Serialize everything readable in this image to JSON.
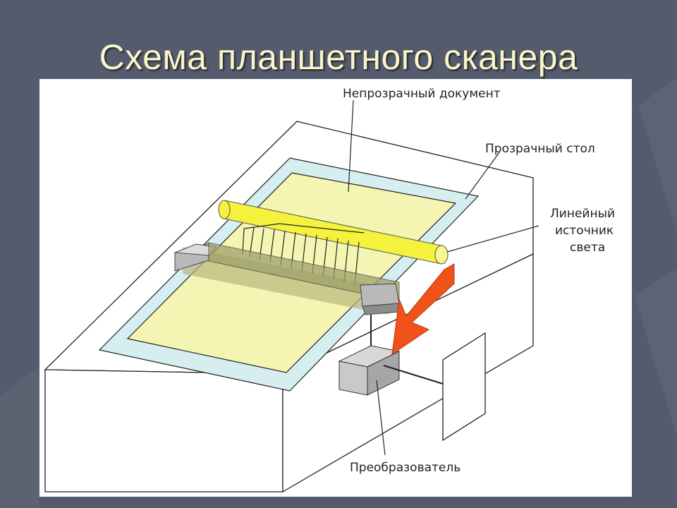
{
  "slide": {
    "title": "Схема планшетного сканера"
  },
  "diagram": {
    "labels": {
      "opaque_document": "Непрозрачный документ",
      "transparent_table": "Прозрачный стол",
      "light_source_line1": "Линейный",
      "light_source_line2": "источник",
      "light_source_line3": "света",
      "converter": "Преобразователь"
    }
  },
  "colors": {
    "background": "#545b6c",
    "title": "#fbf5c9",
    "document": "#f4f5b2",
    "glass": "#d6eef0",
    "lamp": "#f4f23c",
    "sensor": "#b9b9b9",
    "arrow": "#f0521a"
  }
}
